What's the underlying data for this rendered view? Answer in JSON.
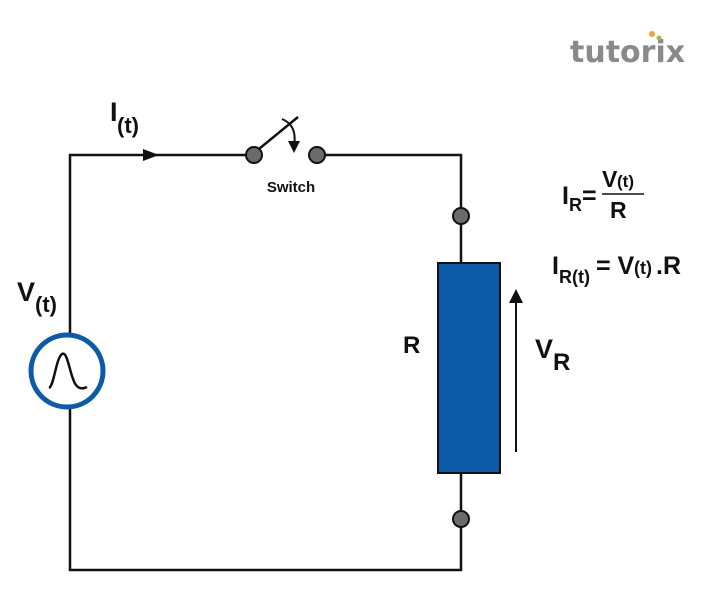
{
  "brand": {
    "logo_text": "tutorix"
  },
  "labels": {
    "current_main": "I",
    "current_sub": "(t)",
    "switch": "Switch",
    "source_main": "V",
    "source_sub": "(t)",
    "resistor": "R",
    "vr_main": "V",
    "vr_sub": "R"
  },
  "equations": {
    "eq1": {
      "lhs_main": "I",
      "lhs_sub": "R",
      "equals": "=",
      "numerator_main": "V",
      "numerator_sub": "(t)",
      "denominator": "R"
    },
    "eq2": {
      "lhs_main": "I",
      "lhs_sub": "R(t)",
      "equals": "= V",
      "rhs_sub": "(t)",
      "rhs_tail": ".R"
    }
  },
  "colors": {
    "wire": "#111111",
    "resistor_fill": "#0d5aa7",
    "source_ring": "#0d5aa7",
    "terminal": "#6b6b6b",
    "logo_text": "#8a8a8a",
    "logo_dot_orange": "#f4a340",
    "logo_dot_green": "#8cc63f"
  },
  "icons": {
    "ac_source": "sine-wave-source-icon",
    "switch": "open-switch-icon"
  }
}
